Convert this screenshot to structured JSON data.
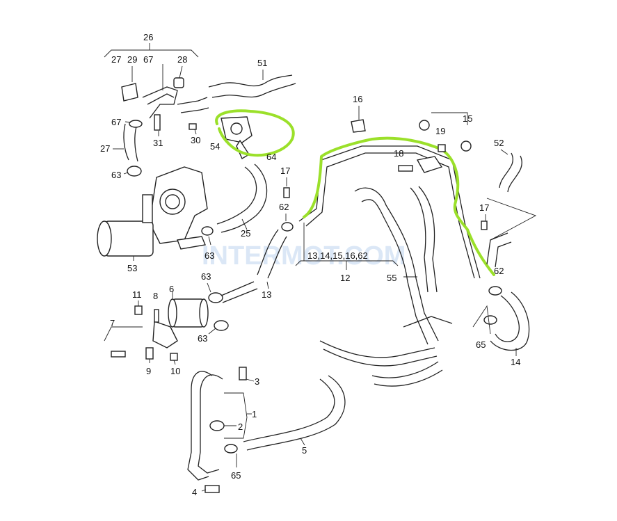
{
  "diagram": {
    "watermark": "INTERMOT.COM",
    "labels": {
      "l1": "1",
      "l2": "2",
      "l3": "3",
      "l4": "4",
      "l5": "5",
      "l6": "6",
      "l7": "7",
      "l8": "8",
      "l9": "9",
      "l10": "10",
      "l11": "11",
      "l12": "12",
      "l13": "13",
      "l14": "14",
      "l15": "15",
      "l16": "16",
      "l17a": "17",
      "l17b": "17",
      "l18": "18",
      "l19": "19",
      "l25": "25",
      "l26": "26",
      "l27a": "27",
      "l27b": "27",
      "l28": "28",
      "l29": "29",
      "l30": "30",
      "l31": "31",
      "l51": "51",
      "l52": "52",
      "l53": "53",
      "l54": "54",
      "l55": "55",
      "l62a": "62",
      "l62b": "62",
      "l63a": "63",
      "l63b": "63",
      "l63c": "63",
      "l63d": "63",
      "l64": "64",
      "l65a": "65",
      "l65b": "65",
      "l67a": "67",
      "l67b": "67",
      "group12": "13,14,15,16,62"
    },
    "highlight_color": "#9be02a"
  }
}
